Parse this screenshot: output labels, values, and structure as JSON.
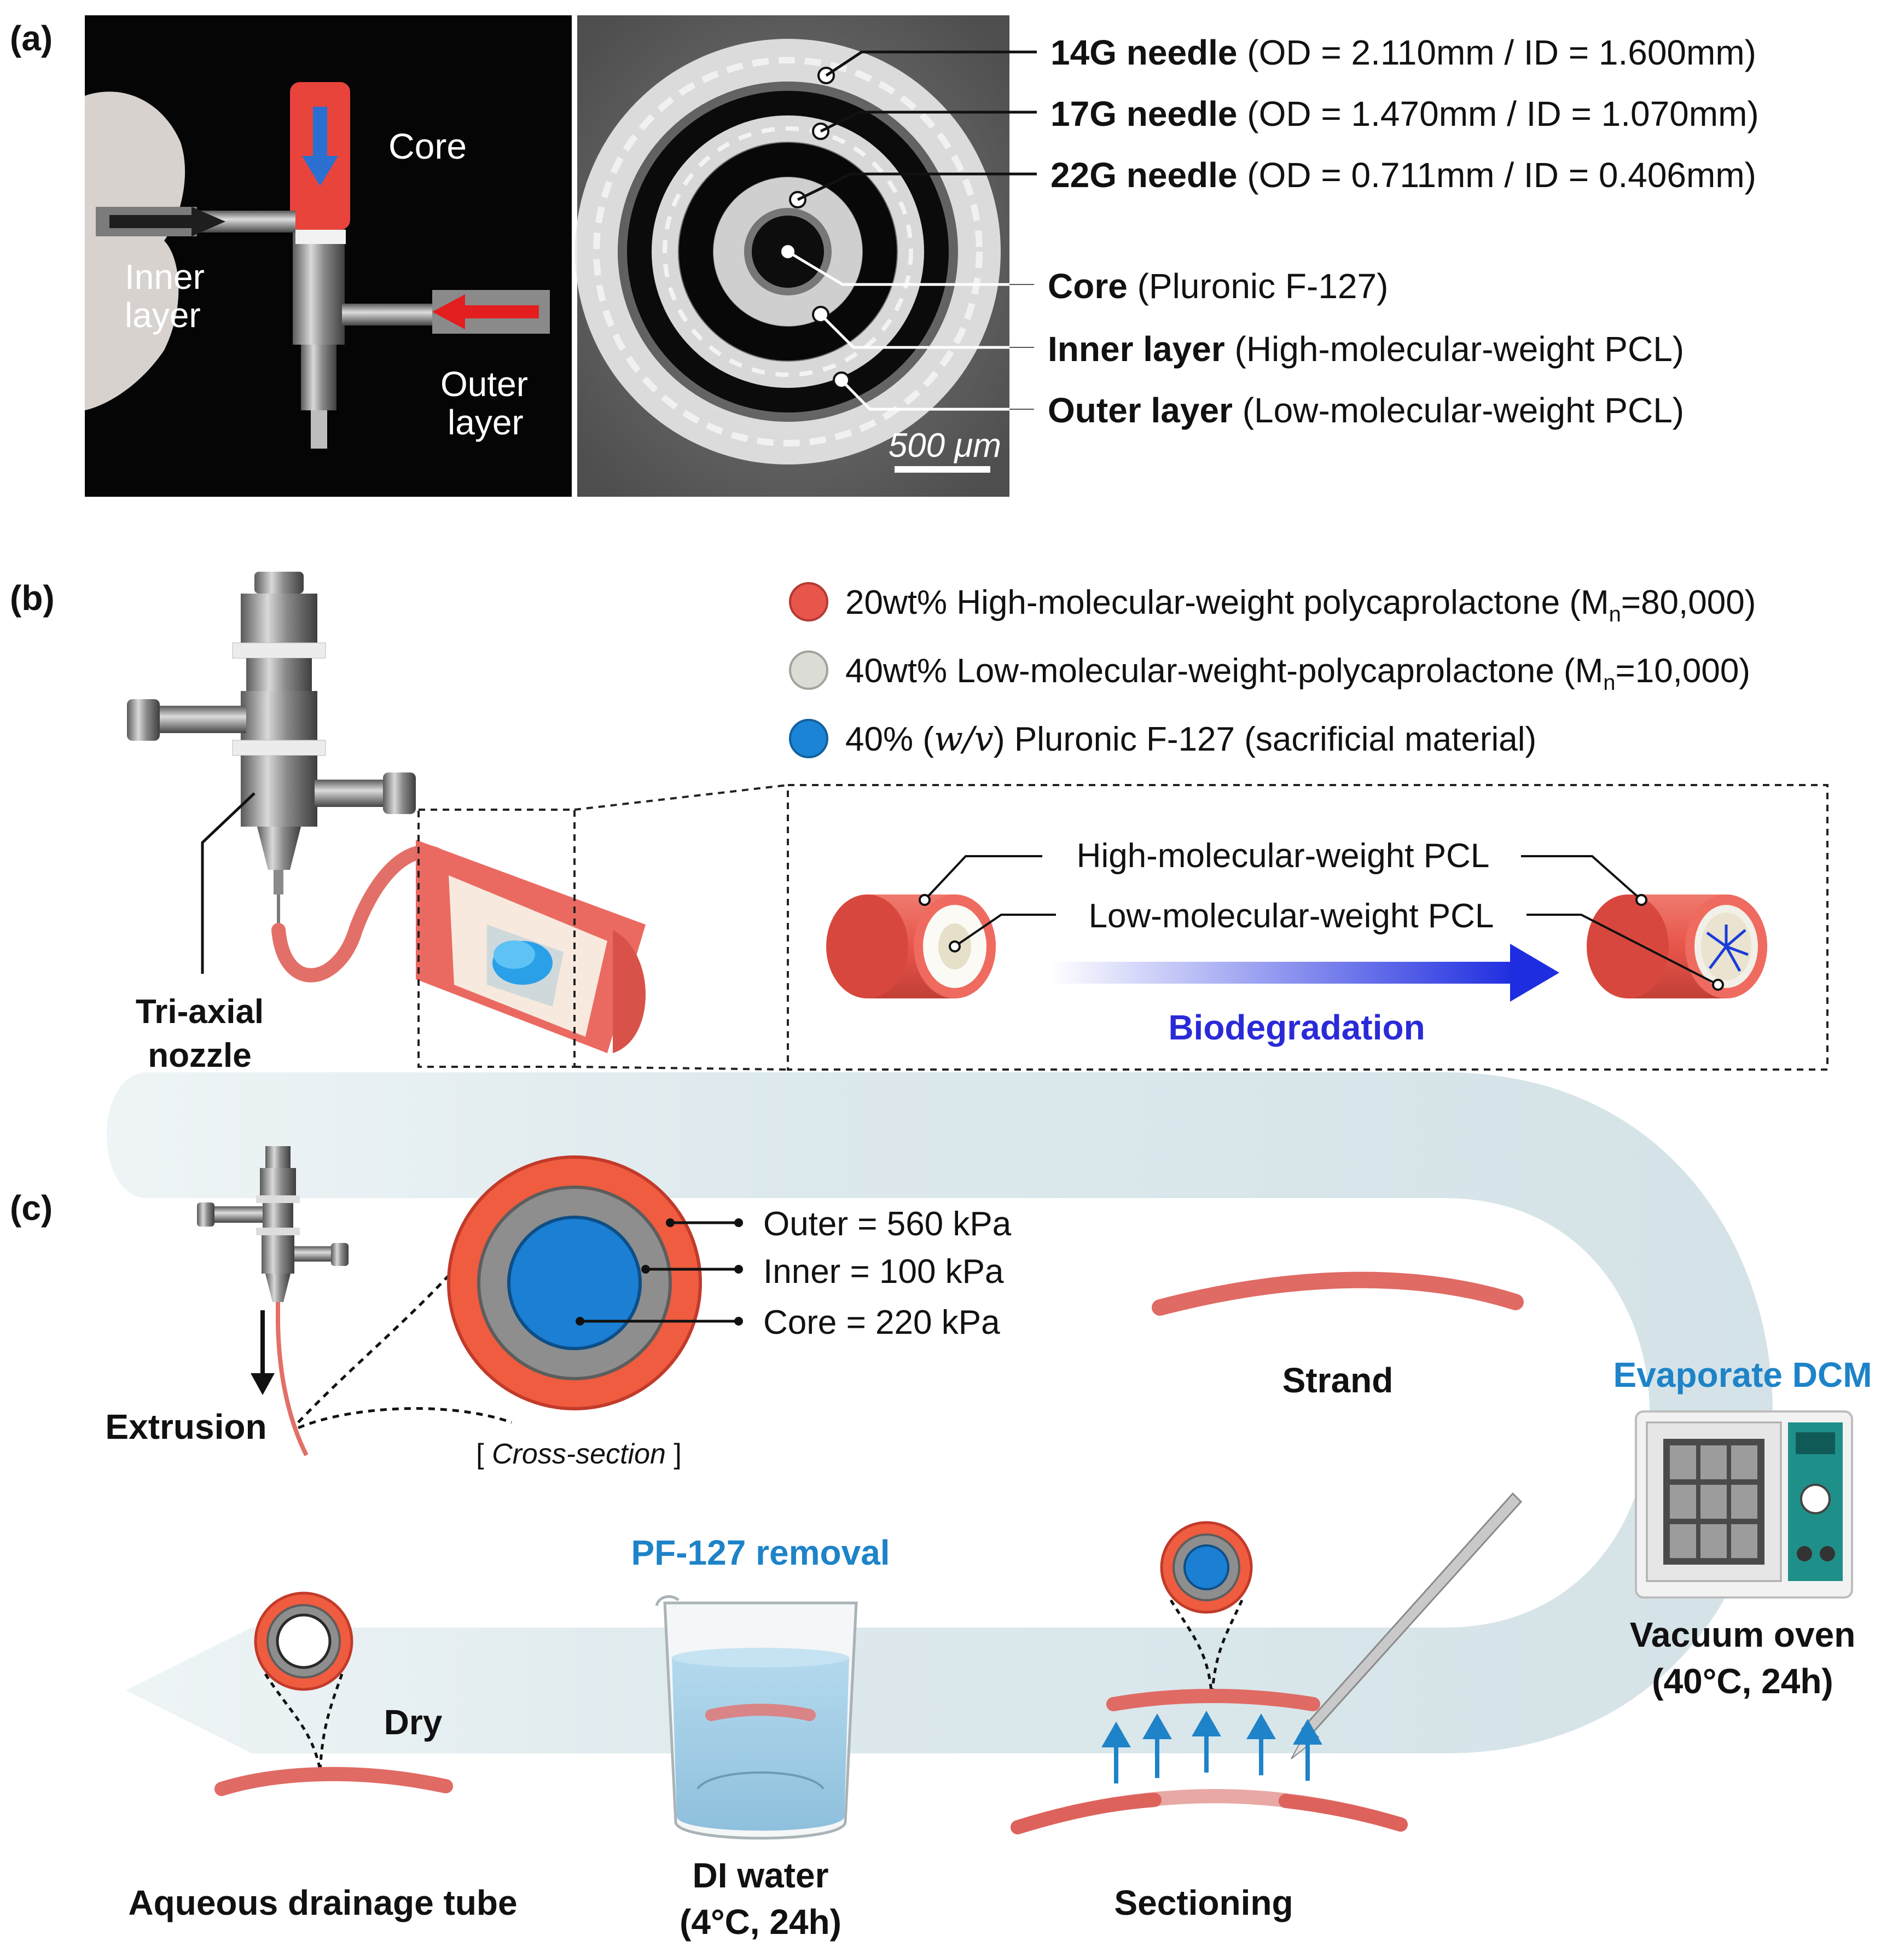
{
  "colors": {
    "red": "#e8554a",
    "salmon": "#ef6f5c",
    "gray": "#8e8e8e",
    "cream": "#e9e3d6",
    "blue": "#1b7fd3",
    "accent_blue": "#1e83c8",
    "flow": "#d9e6ea",
    "biodeg": "#2a2ad8"
  },
  "panel_a": {
    "label": "(a)",
    "photo": {
      "core": "Core",
      "inner_1": "Inner",
      "inner_2": "layer",
      "outer_1": "Outer",
      "outer_2": "layer"
    },
    "scale_bar": "500 μm",
    "needles": [
      {
        "name": "14G needle",
        "spec": " (OD = 2.110mm / ID = 1.600mm)"
      },
      {
        "name": "17G needle",
        "spec": " (OD = 1.470mm / ID = 1.070mm)"
      },
      {
        "name": "22G needle",
        "spec": " (OD = 0.711mm / ID = 0.406mm)"
      }
    ],
    "layers": [
      {
        "name": "Core",
        "spec": " (Pluronic F-127)"
      },
      {
        "name": "Inner layer",
        "spec": " (High-molecular-weight PCL)"
      },
      {
        "name": "Outer layer",
        "spec": " (Low-molecular-weight PCL)"
      }
    ]
  },
  "panel_b": {
    "label": "(b)",
    "legend": [
      {
        "color": "#e8554a",
        "pre": "20wt% High-molecular-weight polycaprolactone (M",
        "sub": "n",
        "post": "=80,000)"
      },
      {
        "color": "#dcdcd6",
        "pre": "40wt% Low-molecular-weight-polycaprolactone (M",
        "sub": "n",
        "post": "=10,000)"
      },
      {
        "color": "#1b84d6",
        "pre": "40% (",
        "italic": "w/v",
        "post": ") Pluronic F-127 (sacrificial material)"
      }
    ],
    "nozzle_label_1": "Tri-axial",
    "nozzle_label_2": "nozzle",
    "high_pcl": "High-molecular-weight PCL",
    "low_pcl": "Low-molecular-weight PCL",
    "biodegradation": "Biodegradation"
  },
  "panel_c": {
    "label": "(c)",
    "outer": "Outer = 560 kPa",
    "inner": "Inner = 100 kPa",
    "core": "Core = 220 kPa",
    "cross_section": "Cross-section",
    "extrusion": "Extrusion",
    "strand": "Strand",
    "evaporate": "Evaporate DCM",
    "oven_1": "Vacuum oven",
    "oven_2": "(40°C, 24h)",
    "pf_removal": "PF-127 removal",
    "dry": "Dry",
    "tube": "Aqueous drainage tube",
    "water_1": "DI water",
    "water_2": "(4°C, 24h)",
    "sectioning": "Sectioning"
  }
}
